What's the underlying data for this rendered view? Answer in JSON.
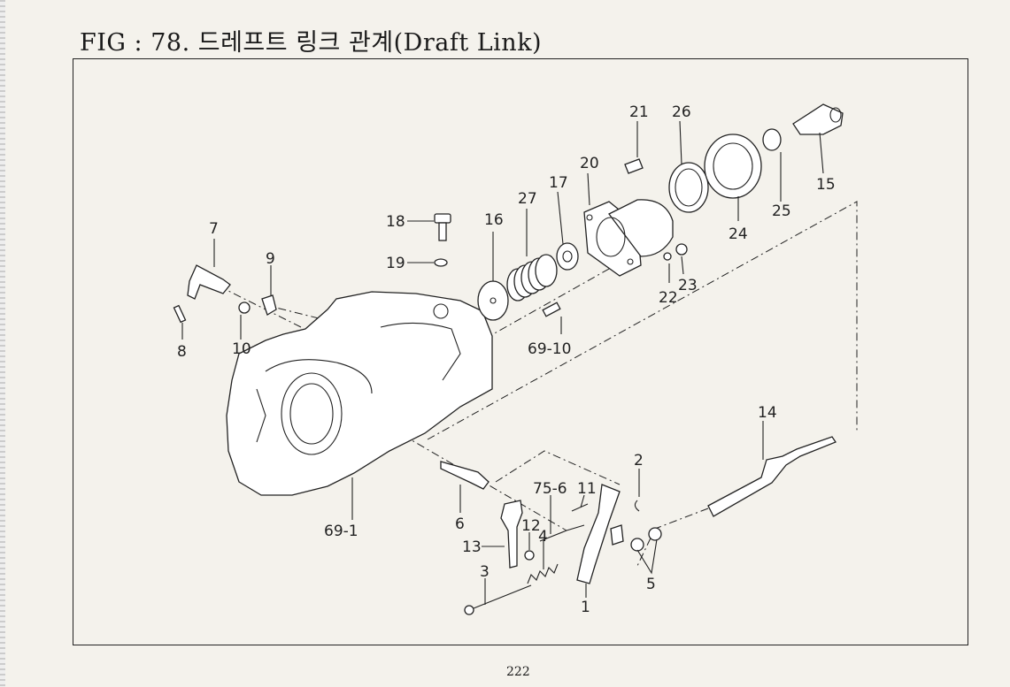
{
  "header": {
    "title": "FIG : 78. 드레프트 링크 관계(Draft Link)"
  },
  "footer": {
    "page_number": "222"
  },
  "callouts": {
    "p1": "1",
    "p2": "2",
    "p3": "3",
    "p4": "4",
    "p5": "5",
    "p6": "6",
    "p7": "7",
    "p8": "8",
    "p9": "9",
    "p10": "10",
    "p11": "11",
    "p12": "12",
    "p13": "13",
    "p14": "14",
    "p15": "15",
    "p16": "16",
    "p17": "17",
    "p18": "18",
    "p19": "19",
    "p20": "20",
    "p21": "21",
    "p22": "22",
    "p23": "23",
    "p24": "24",
    "p25": "25",
    "p26": "26",
    "p27": "27",
    "p69_1": "69-1",
    "p69_10": "69-10",
    "p75_6": "75-6"
  }
}
